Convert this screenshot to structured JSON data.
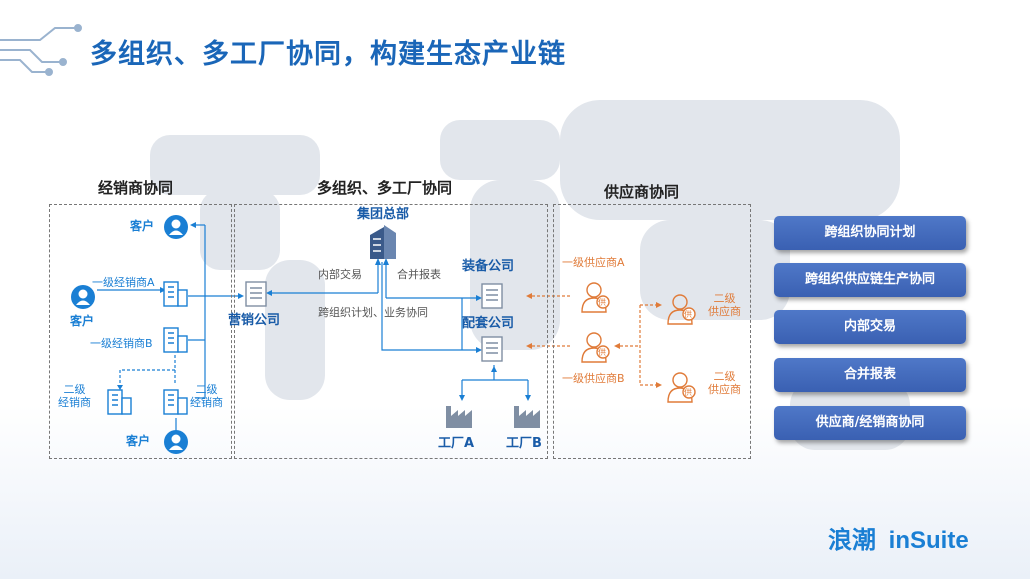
{
  "title": "多组织、多工厂协同，构建生态产业链",
  "sections": {
    "dealer": "经销商协同",
    "multi_org": "多组织、多工厂协同",
    "supplier": "供应商协同"
  },
  "dealer": {
    "customer_top": "客户",
    "customer_left": "客户",
    "customer_bottom": "客户",
    "dealer_a": "一级经销商A",
    "dealer_b": "一级经销商B",
    "second_left": "二级\n经销商",
    "second_right": "二级\n经销商"
  },
  "center": {
    "hq": "集团总部",
    "internal_trade": "内部交易",
    "consolidated": "合并报表",
    "cross_org": "跨组织计划、业务协同",
    "sales_company": "营销公司",
    "equipment_company": "装备公司",
    "supporting_company": "配套公司",
    "factory_a": "工厂A",
    "factory_b": "工厂B"
  },
  "supplier": {
    "supplier_a": "一级供应商A",
    "supplier_b": "一级供应商B",
    "second_top": "二级\n供应商",
    "second_bottom": "二级\n供应商",
    "badge": "供"
  },
  "buttons": [
    "跨组织协同计划",
    "跨组织供应链生产协同",
    "内部交易",
    "合并报表",
    "供应商/经销商协同"
  ],
  "logo": {
    "cn": "浪潮",
    "en": "inSuite"
  },
  "colors": {
    "title_blue": "#1a66b8",
    "diagram_blue": "#1a7fd4",
    "supplier_orange": "#e07b39",
    "button_blue": "#3f67b8"
  }
}
